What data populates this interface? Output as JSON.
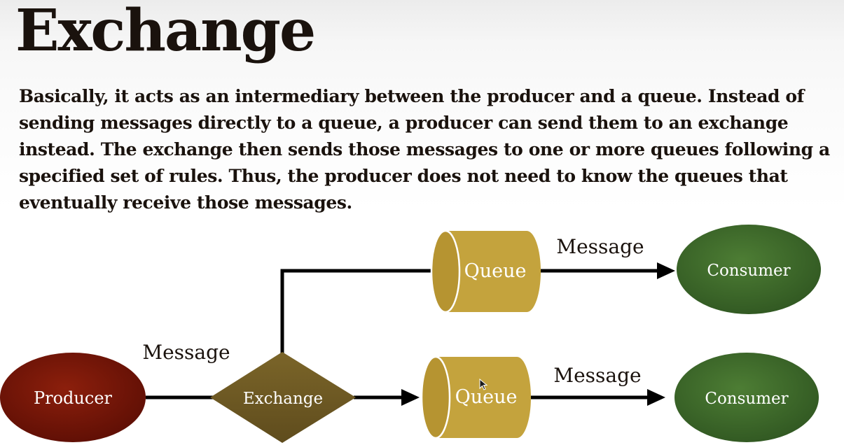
{
  "title": "Exchange",
  "description_lines": [
    "Basically, it acts as an intermediary between the producer and a queue. Instead of",
    "sending messages directly to a queue, a producer can send them to an exchange",
    "instead. The exchange then sends those messages to one or more queues following a",
    "specified set of rules. Thus, the producer does not need to know the queues that",
    "eventually receive those messages."
  ],
  "diagram": {
    "producer": "Producer",
    "exchange": "Exchange",
    "queue_top": "Queue",
    "queue_bottom": "Queue",
    "consumer_top": "Consumer",
    "consumer_bottom": "Consumer",
    "message_producer": "Message",
    "message_top": "Message",
    "message_bottom": "Message"
  },
  "colors": {
    "producer": "#7a1508",
    "exchange": "#6f5a24",
    "queue": "#c4a33d",
    "consumer": "#3c6b28",
    "arrow": "#000000"
  }
}
